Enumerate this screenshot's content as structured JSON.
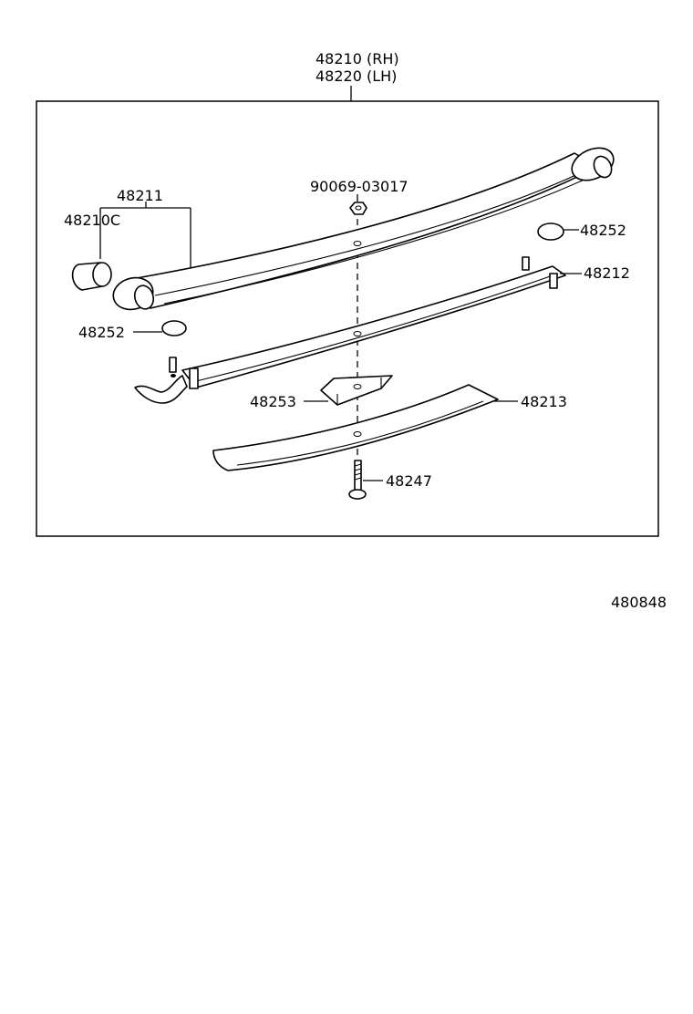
{
  "diagram": {
    "assembly_label_rh": "48210 (RH)",
    "assembly_label_lh": "48220 (LH)",
    "figure_code": "480848",
    "callouts": {
      "p48211": "48211",
      "p48210c": "48210C",
      "p90069": "90069-03017",
      "p48252_right": "48252",
      "p48212": "48212",
      "p48252_left": "48252",
      "p48253": "48253",
      "p48213": "48213",
      "p48247": "48247"
    }
  }
}
